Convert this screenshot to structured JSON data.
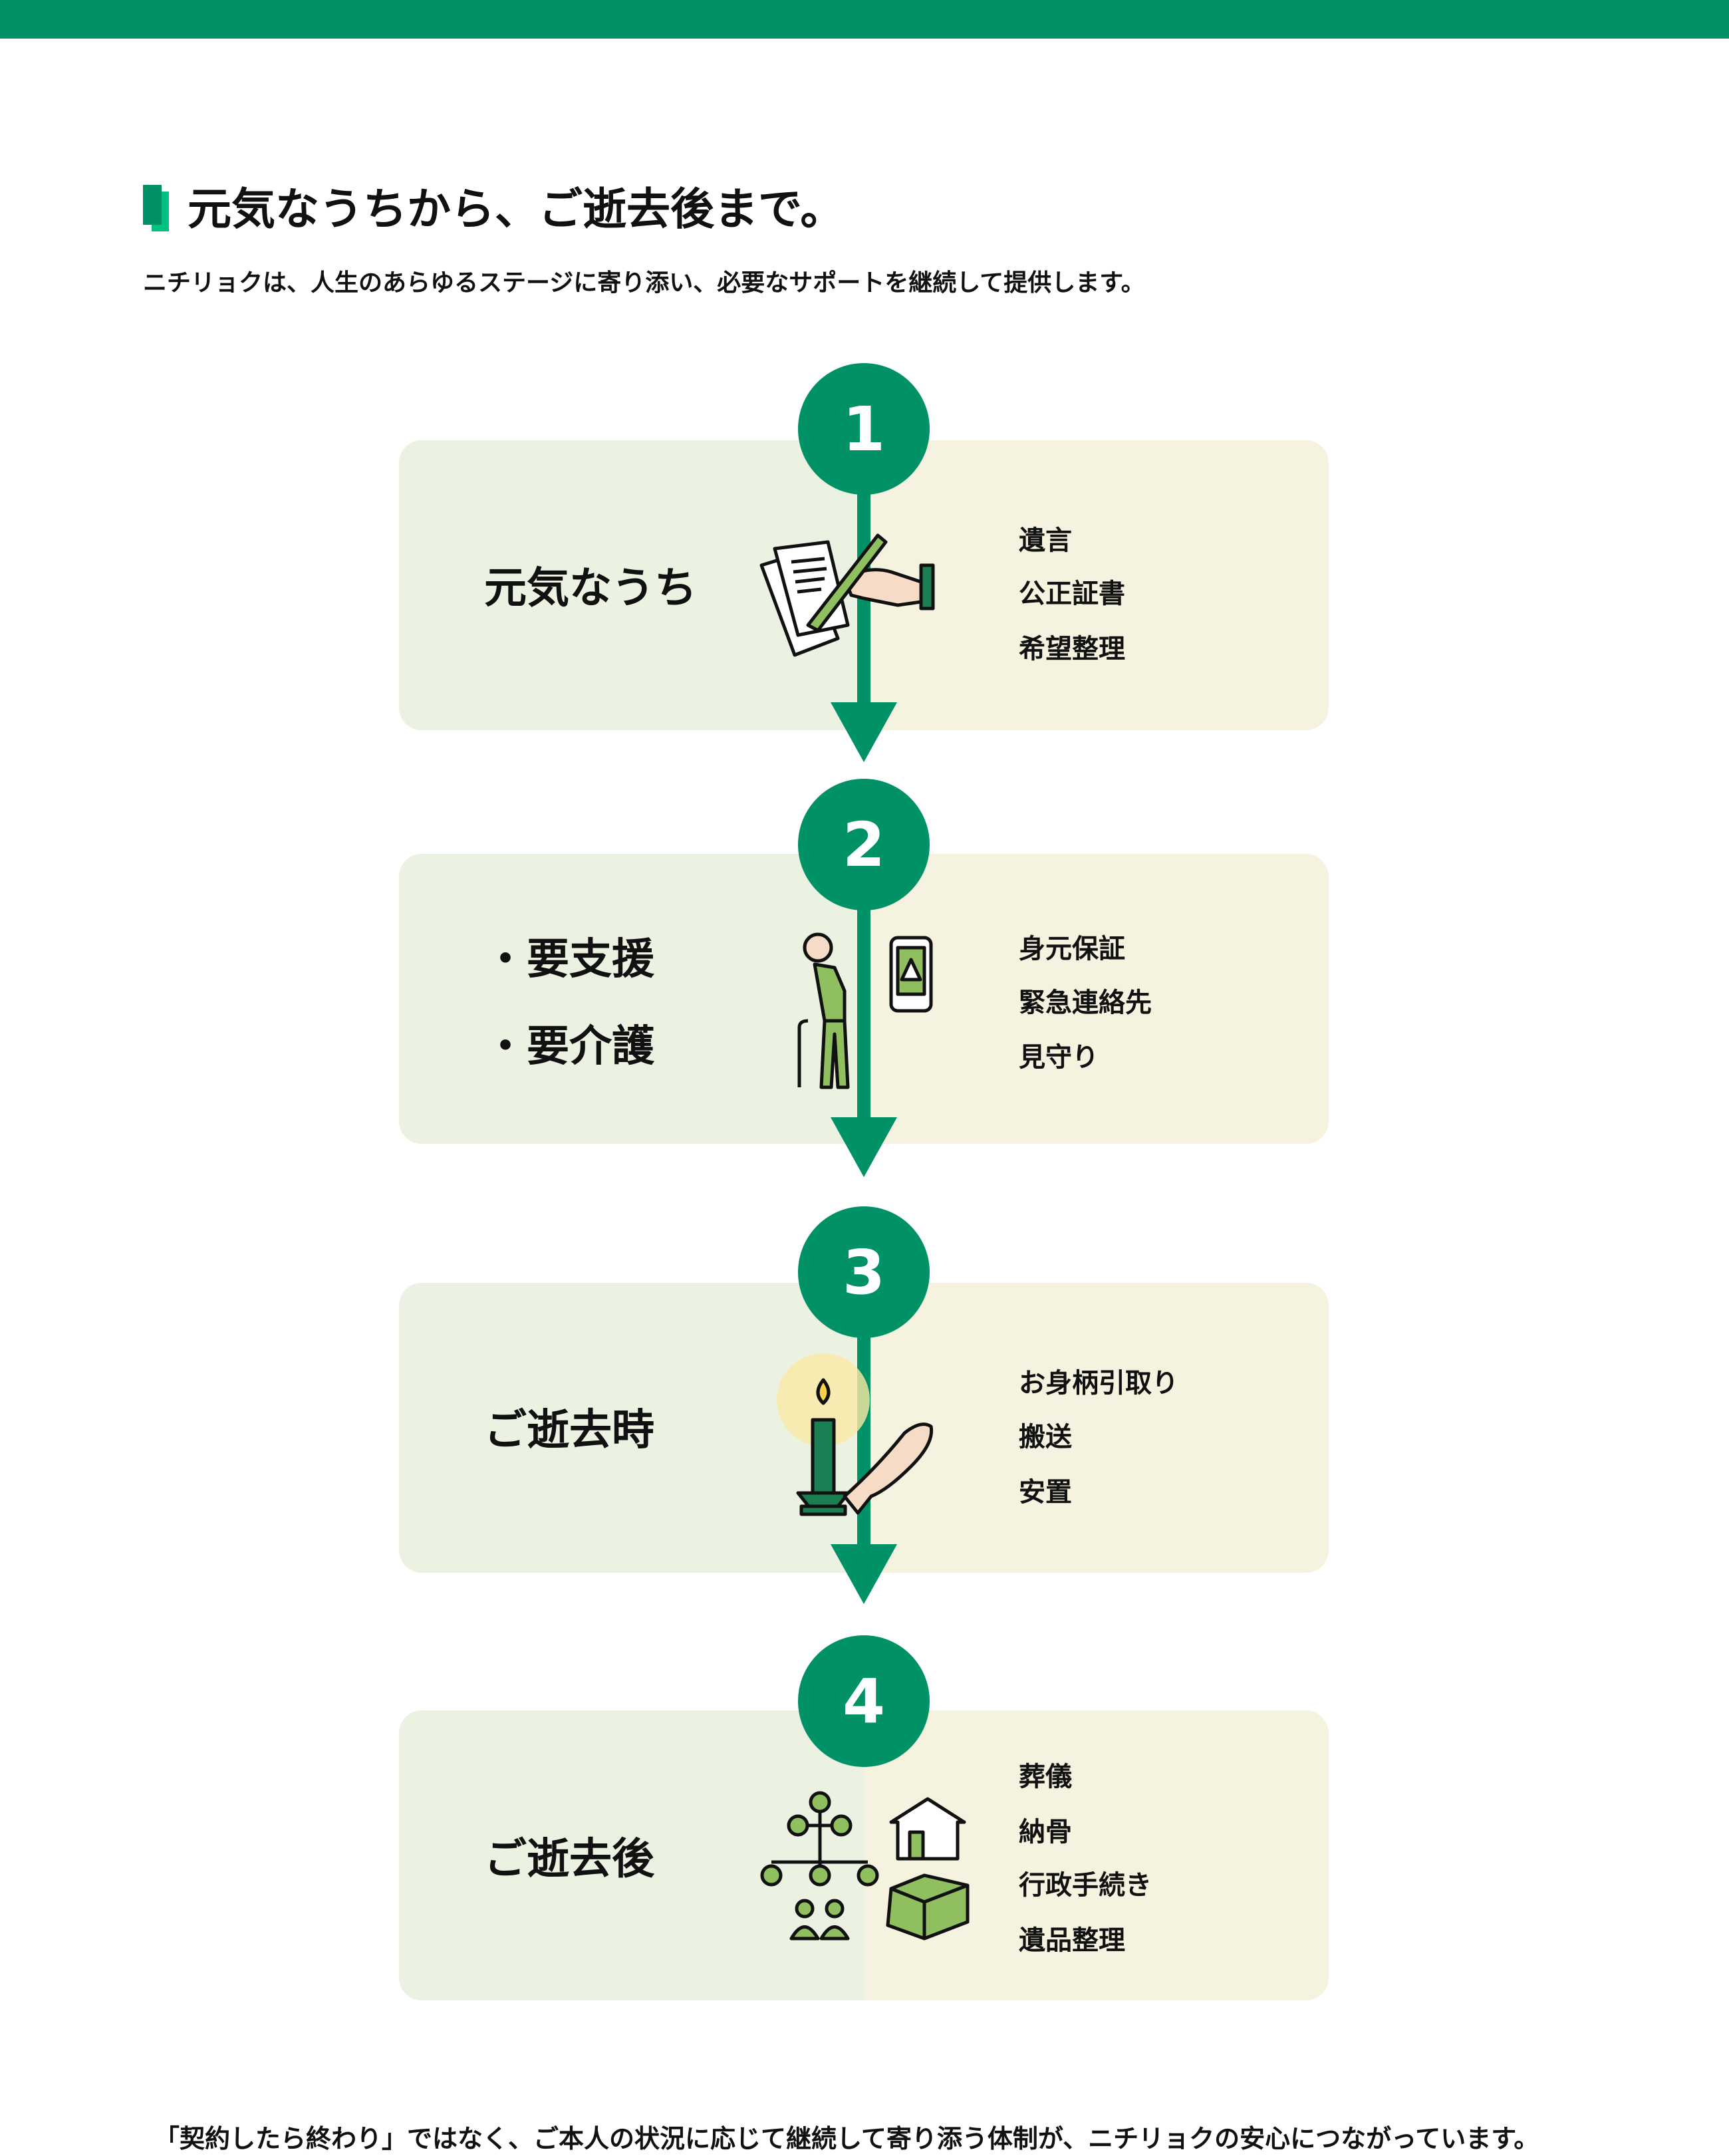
{
  "header": {
    "title": "元気なうちから、ご逝去後まで。",
    "subtitle": "ニチリョクは、人生のあらゆるステージに寄り添い、必要なサポートを継続して提供します。"
  },
  "steps": [
    {
      "number": "1",
      "labels": [
        "元気なうち"
      ],
      "icon": "writing-will-icon",
      "items": [
        "遺言",
        "公正証書",
        "希望整理"
      ]
    },
    {
      "number": "2",
      "labels": [
        "・要支援",
        "・要介護"
      ],
      "icon": "elderly-phone-alert-icon",
      "items": [
        "身元保証",
        "緊急連絡先",
        "見守り"
      ]
    },
    {
      "number": "3",
      "labels": [
        "ご逝去時"
      ],
      "icon": "candle-hands-icon",
      "items": [
        "お身柄引取り",
        "搬送",
        "安置"
      ]
    },
    {
      "number": "4",
      "labels": [
        "ご逝去後"
      ],
      "icon": "family-house-box-icon",
      "items": [
        "葬儀",
        "納骨",
        "行政手続き",
        "遺品整理"
      ]
    }
  ],
  "footer": "「契約したら終わり」ではなく、ご本人の状況に応じて継続して寄り添う体制が、ニチリョクの安心につながっています。",
  "colors": {
    "brand": "#009166",
    "accent": "#00c082",
    "card_left": "#ecf2e2",
    "card_right": "#f5f2e0",
    "icon_green": "#8fbf5f"
  }
}
